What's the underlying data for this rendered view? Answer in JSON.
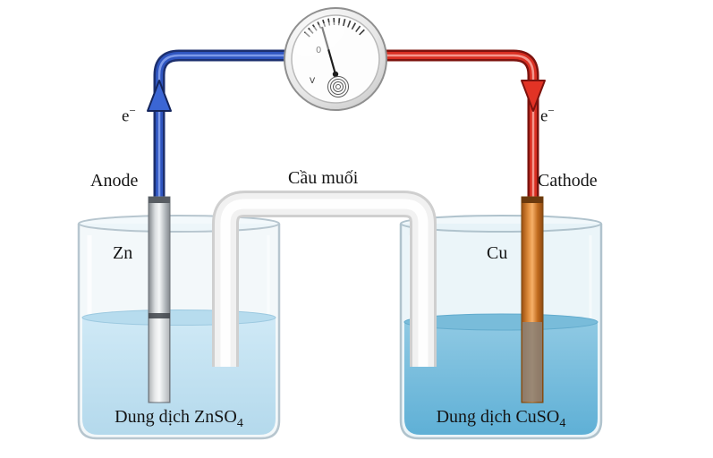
{
  "diagram": {
    "galvanometer": {
      "zero": "0",
      "unit": "V"
    },
    "salt_bridge_label": "Cầu muối",
    "left": {
      "electrode_label": "Anode",
      "metal_label": "Zn",
      "electron": {
        "base": "e",
        "sup": "−"
      },
      "solution": {
        "prefix": "Dung dịch ZnSO",
        "sub": "4"
      }
    },
    "right": {
      "electrode_label": "Cathode",
      "metal_label": "Cu",
      "electron": {
        "base": "e",
        "sup": "−"
      },
      "solution": {
        "prefix": "Dung dịch CuSO",
        "sub": "4"
      }
    },
    "colors": {
      "anode_wire_blue": "#2f55c0",
      "cathode_wire_red": "#d92f22",
      "zinc_electrode": "#c9ccce",
      "copper_electrode": "#dd8a3a",
      "znso4_solution": "#cfe9f6",
      "cuso4_solution": "#7fc0de"
    }
  }
}
